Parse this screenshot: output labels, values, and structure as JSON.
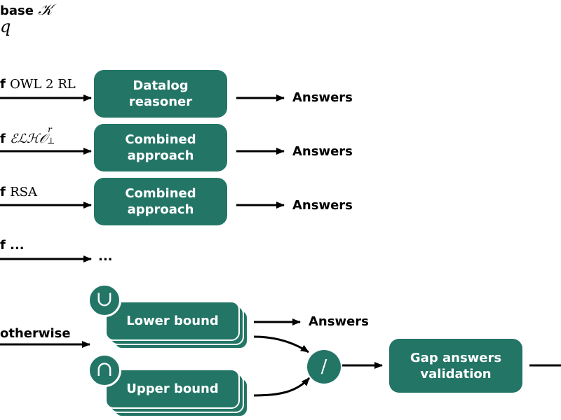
{
  "header": {
    "kb_label": "base",
    "kb_symbol": "𝒦",
    "query_symbol": "q"
  },
  "conditions": [
    {
      "prefix": "f",
      "text": "OWL 2 RL"
    },
    {
      "prefix": "f",
      "text": "ℰℒℋ𝒪",
      "sup": "r",
      "sub": "⊥"
    },
    {
      "prefix": "f",
      "text": "RSA"
    },
    {
      "prefix": "f",
      "text": "..."
    },
    {
      "text": "otherwise"
    }
  ],
  "processors": [
    {
      "label_line1": "Datalog",
      "label_line2": "reasoner",
      "output": "Answers"
    },
    {
      "label_line1": "Combined",
      "label_line2": "approach",
      "output": "Answers"
    },
    {
      "label_line1": "Combined",
      "label_line2": "approach",
      "output": "Answers"
    }
  ],
  "ellipsis_output": "...",
  "bounds": {
    "lower": {
      "label": "Lower bound",
      "operator": "∪",
      "output": "Answers"
    },
    "upper": {
      "label": "Upper bound",
      "operator": "∩"
    }
  },
  "difference_operator": "/",
  "gap_validation": {
    "label_line1": "Gap answers",
    "label_line2": "validation"
  },
  "colors": {
    "node_fill": "#237566",
    "node_text": "#ffffff",
    "edge": "#000000"
  }
}
